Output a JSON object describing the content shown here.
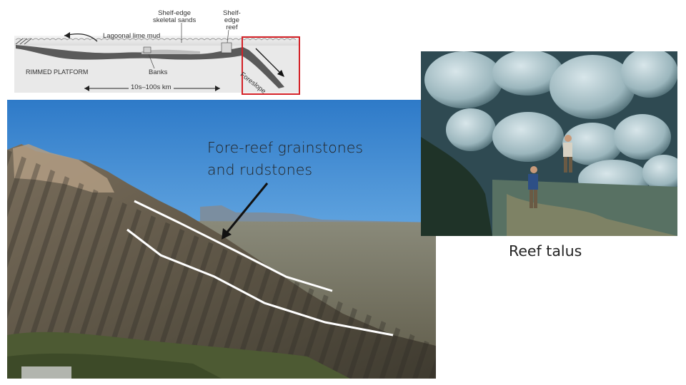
{
  "slide": {
    "caption_fore_reef_line1": "Fore-reef grainstones",
    "caption_fore_reef_line2": "and rudstones",
    "caption_reef_talus": "Reef talus"
  },
  "diagram": {
    "label_shelf_edge_sands_line1": "Shelf-edge",
    "label_shelf_edge_sands_line2": "skeletal sands",
    "label_shelf_edge_reef_line1": "Shelf-",
    "label_shelf_edge_reef_line2": "edge",
    "label_shelf_edge_reef_line3": "reef",
    "label_lagoonal": "Lagoonal lime mud",
    "label_platform": "RIMMED PLATFORM",
    "label_banks": "Banks",
    "label_scale": "10s–100s km",
    "label_foreslope": "Foreslope",
    "highlight_color": "#d32026"
  },
  "colors": {
    "annotation_line": "#ffffff",
    "arrow": "#111111"
  }
}
